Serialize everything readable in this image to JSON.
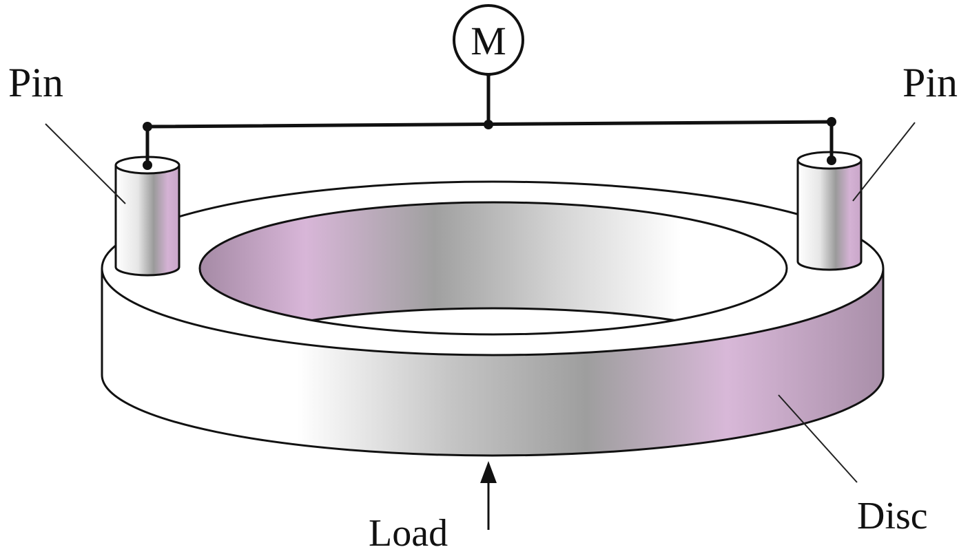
{
  "labels": {
    "motor": "M",
    "pin_left": "Pin",
    "pin_right": "Pin",
    "load": "Load",
    "disc": "Disc"
  },
  "colors": {
    "mauve": "#d6b4d6",
    "grey": "#9c9c9c",
    "white": "#ffffff",
    "line": "#111111"
  }
}
